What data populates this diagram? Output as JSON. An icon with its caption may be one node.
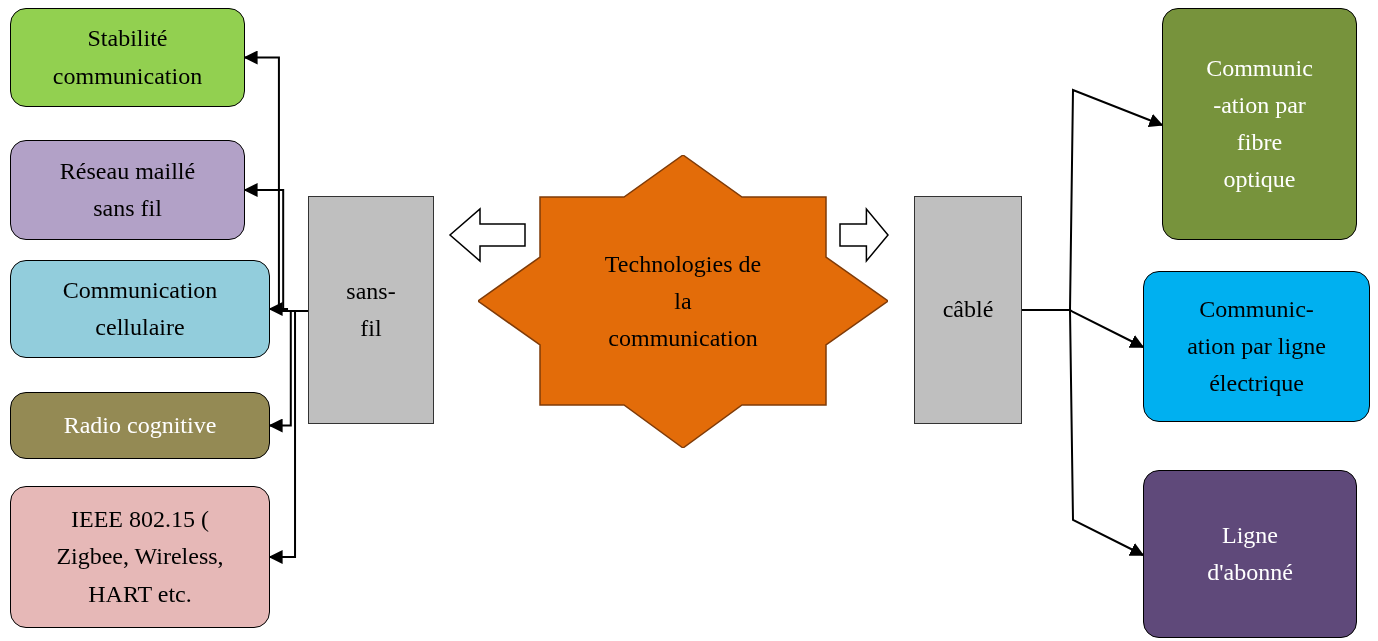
{
  "diagram": {
    "nodes": [
      {
        "text": [
          "Stabilité communication"
        ]
      },
      {
        "text": [
          "Réseau maillé sans fil"
        ]
      },
      {
        "text": [
          "Communication cellulaire"
        ]
      },
      {
        "text": [
          "Radio cognitive"
        ]
      },
      {
        "text": [
          "IEEE 802.15 ( Zigbee, Wireless, HART etc."
        ]
      },
      {
        "text": [
          "sans- fil"
        ]
      },
      {
        "text": [
          "Technologies de la communication"
        ]
      },
      {
        "text": [
          "câblé"
        ]
      },
      {
        "text": [
          "Communic -ation par fibre optique"
        ]
      },
      {
        "text": [
          "Communic- ation par ligne électrique"
        ]
      },
      {
        "text": [
          "Ligne d'abonné"
        ]
      }
    ],
    "edges": [
      {
        "from": 5,
        "to": 0,
        "arrow": "to"
      },
      {
        "from": 5,
        "to": 1,
        "arrow": "to"
      },
      {
        "from": 5,
        "to": 2,
        "arrow": "to"
      },
      {
        "from": 5,
        "to": 3,
        "arrow": "to"
      },
      {
        "from": 5,
        "to": 4,
        "arrow": "to"
      },
      {
        "from": 6,
        "to": 5,
        "arrow": "to",
        "style": "thick"
      },
      {
        "from": 6,
        "to": 7,
        "arrow": "to",
        "style": "thick"
      },
      {
        "from": 7,
        "to": 8,
        "arrow": "to"
      },
      {
        "from": 7,
        "to": 9,
        "arrow": "to"
      },
      {
        "from": 7,
        "to": 10,
        "arrow": "to"
      }
    ]
  }
}
